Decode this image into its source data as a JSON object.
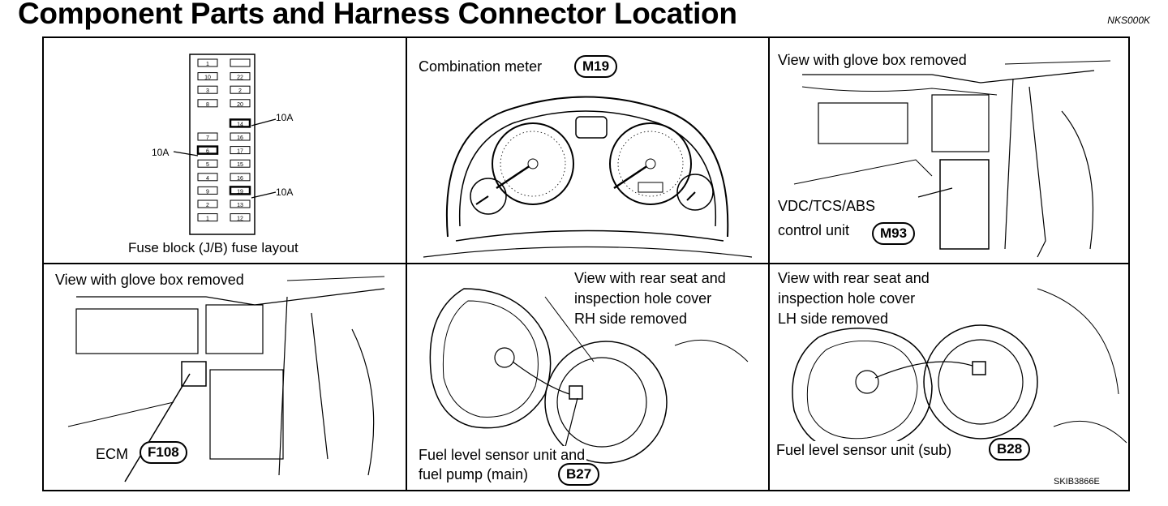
{
  "header": {
    "title": "Component Parts and Harness Connector Location",
    "code": "NKS000K"
  },
  "figure_id": "SKIB3866E",
  "panels": {
    "fuse_block": {
      "caption": "Fuse block (J/B) fuse layout",
      "fuse_left": [
        "1",
        "10",
        "3",
        "8",
        "",
        "7",
        "6",
        "5",
        "4",
        "9",
        "2",
        "1"
      ],
      "fuse_right": [
        "",
        "22",
        "2",
        "20",
        "14",
        "16",
        "17",
        "15",
        "16",
        "19",
        "13",
        "12"
      ],
      "amp_top": "10A",
      "amp_left": "10A",
      "amp_bottom": "10A"
    },
    "combination_meter": {
      "label": "Combination meter",
      "connector": "M19"
    },
    "vdc": {
      "view_label": "View with glove box removed",
      "label_line1": "VDC/TCS/ABS",
      "label_line2": "control unit",
      "connector": "M93"
    },
    "ecm": {
      "view_label": "View with glove box removed",
      "label": "ECM",
      "connector": "F108"
    },
    "fuel_main": {
      "view_line1": "View with rear seat and",
      "view_line2": "inspection hole cover",
      "view_line3": "RH side removed",
      "label_line1": "Fuel level sensor unit and",
      "label_line2": "fuel pump (main)",
      "connector": "B27"
    },
    "fuel_sub": {
      "view_line1": "View with rear seat and",
      "view_line2": "inspection hole cover",
      "view_line3": "LH side removed",
      "label": "Fuel level sensor unit (sub)",
      "connector": "B28"
    }
  }
}
